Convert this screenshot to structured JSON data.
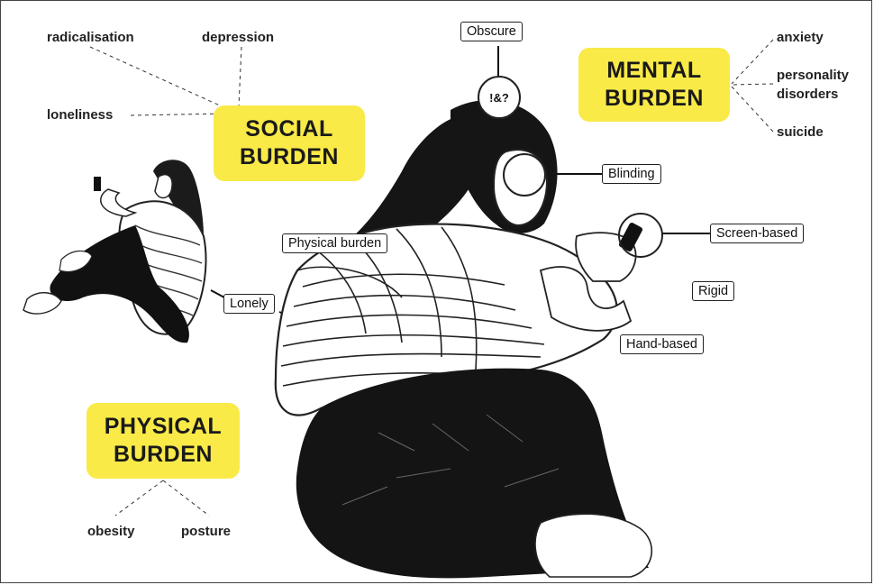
{
  "burdens": {
    "social": {
      "line1": "SOCIAL",
      "line2": "BURDEN"
    },
    "mental": {
      "line1": "MENTAL",
      "line2": "BURDEN"
    },
    "physical": {
      "line1": "PHYSICAL",
      "line2": "BURDEN"
    }
  },
  "social_terms": {
    "radicalisation": "radicalisation",
    "depression": "depression",
    "loneliness": "loneliness"
  },
  "mental_terms": {
    "anxiety": "anxiety",
    "personality": "personality",
    "disorders": "disorders",
    "suicide": "suicide"
  },
  "physical_terms": {
    "obesity": "obesity",
    "posture": "posture"
  },
  "tags": {
    "obscure": "Obscure",
    "symbol": "!&?",
    "blinding": "Blinding",
    "screen_based": "Screen-based",
    "physical_burden": "Physical burden",
    "lonely": "Lonely",
    "rigid": "Rigid",
    "hand_based": "Hand-based"
  },
  "colors": {
    "highlight": "#f9ea48",
    "ink": "#1a1a1a",
    "background": "#ffffff"
  }
}
